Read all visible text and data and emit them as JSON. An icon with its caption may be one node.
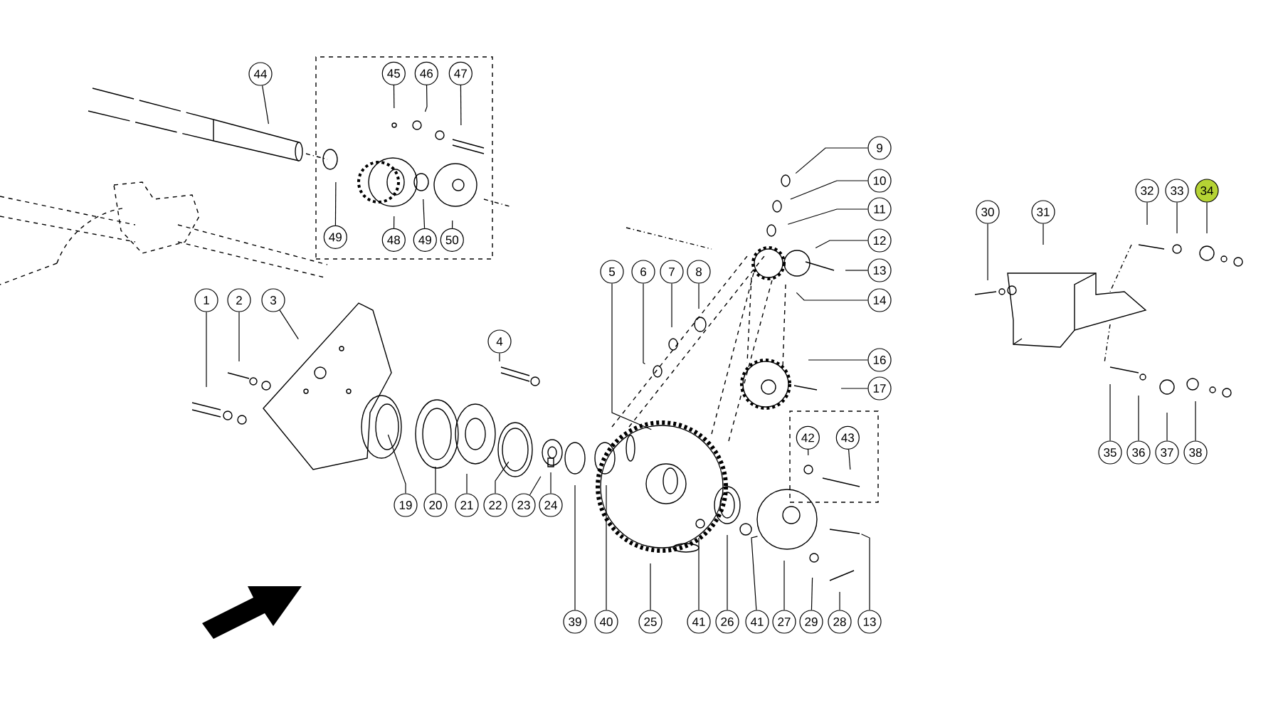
{
  "diagram": {
    "nodes": [
      {
        "text": [
          "44"
        ]
      },
      {
        "text": [],
        "shape": "box"
      },
      {
        "text": [
          "45"
        ],
        "in": 1
      },
      {
        "text": [
          "46"
        ],
        "in": 1
      },
      {
        "text": [
          "47"
        ],
        "in": 1
      },
      {
        "text": [
          "49"
        ],
        "in": 1
      },
      {
        "text": [
          "48"
        ],
        "in": 1
      },
      {
        "text": [
          "49"
        ],
        "in": 1
      },
      {
        "text": [
          "50"
        ],
        "in": 1
      },
      {
        "text": [
          "9"
        ]
      },
      {
        "text": [
          "10"
        ]
      },
      {
        "text": [
          "11"
        ]
      },
      {
        "text": [
          "12"
        ]
      },
      {
        "text": [
          "13"
        ]
      },
      {
        "text": [
          "14"
        ]
      },
      {
        "text": [
          "16"
        ]
      },
      {
        "text": [
          "17"
        ]
      },
      {
        "text": [
          "5"
        ]
      },
      {
        "text": [
          "6"
        ]
      },
      {
        "text": [
          "7"
        ]
      },
      {
        "text": [
          "8"
        ]
      },
      {
        "text": [
          "30"
        ]
      },
      {
        "text": [
          "31"
        ]
      },
      {
        "text": [
          "32"
        ]
      },
      {
        "text": [
          "33"
        ]
      },
      {
        "text": [
          "34"
        ]
      },
      {
        "text": [
          "1"
        ]
      },
      {
        "text": [
          "2"
        ]
      },
      {
        "text": [
          "3"
        ]
      },
      {
        "text": [
          "4"
        ]
      },
      {
        "text": [],
        "shape": "box"
      },
      {
        "text": [
          "42"
        ],
        "in": 30
      },
      {
        "text": [
          "43"
        ],
        "in": 30
      },
      {
        "text": [
          "35"
        ]
      },
      {
        "text": [
          "36"
        ]
      },
      {
        "text": [
          "37"
        ]
      },
      {
        "text": [
          "38"
        ]
      },
      {
        "text": [
          "19"
        ]
      },
      {
        "text": [
          "20"
        ]
      },
      {
        "text": [
          "21"
        ]
      },
      {
        "text": [
          "22"
        ]
      },
      {
        "text": [
          "23"
        ]
      },
      {
        "text": [
          "24"
        ]
      },
      {
        "text": [
          "39"
        ]
      },
      {
        "text": [
          "40"
        ]
      },
      {
        "text": [
          "25"
        ]
      },
      {
        "text": [
          "41"
        ]
      },
      {
        "text": [
          "26"
        ]
      },
      {
        "text": [
          "41"
        ]
      },
      {
        "text": [
          "27"
        ]
      },
      {
        "text": [
          "29"
        ]
      },
      {
        "text": [
          "28"
        ]
      },
      {
        "text": [
          "13"
        ]
      }
    ],
    "edges": [
      {
        "from": 0,
        "to": null,
        "arrow": "none"
      },
      {
        "from": 2,
        "to": null,
        "arrow": "none"
      },
      {
        "from": 3,
        "to": null,
        "arrow": "none"
      },
      {
        "from": 4,
        "to": null,
        "arrow": "none"
      },
      {
        "from": 5,
        "to": null,
        "arrow": "none"
      },
      {
        "from": 6,
        "to": null,
        "arrow": "none"
      },
      {
        "from": 7,
        "to": null,
        "arrow": "none"
      },
      {
        "from": 8,
        "to": null,
        "arrow": "none"
      },
      {
        "from": 9,
        "to": null,
        "arrow": "none"
      },
      {
        "from": 10,
        "to": null,
        "arrow": "none"
      },
      {
        "from": 11,
        "to": null,
        "arrow": "none"
      },
      {
        "from": 12,
        "to": null,
        "arrow": "none"
      },
      {
        "from": 13,
        "to": null,
        "arrow": "none"
      },
      {
        "from": 14,
        "to": null,
        "arrow": "none"
      },
      {
        "from": 15,
        "to": null,
        "arrow": "none"
      },
      {
        "from": 16,
        "to": null,
        "arrow": "none"
      },
      {
        "from": 17,
        "to": null,
        "arrow": "none"
      },
      {
        "from": 18,
        "to": null,
        "arrow": "none"
      },
      {
        "from": 19,
        "to": null,
        "arrow": "none"
      },
      {
        "from": 20,
        "to": null,
        "arrow": "none"
      },
      {
        "from": 21,
        "to": null,
        "arrow": "none"
      },
      {
        "from": 22,
        "to": null,
        "arrow": "none"
      },
      {
        "from": 23,
        "to": null,
        "arrow": "none"
      },
      {
        "from": 24,
        "to": null,
        "arrow": "none"
      },
      {
        "from": 25,
        "to": null,
        "arrow": "none"
      },
      {
        "from": 26,
        "to": null,
        "arrow": "none"
      },
      {
        "from": 27,
        "to": null,
        "arrow": "none"
      },
      {
        "from": 28,
        "to": null,
        "arrow": "none"
      },
      {
        "from": 29,
        "to": null,
        "arrow": "none"
      },
      {
        "from": 31,
        "to": null,
        "arrow": "none"
      },
      {
        "from": 32,
        "to": null,
        "arrow": "none"
      },
      {
        "from": 33,
        "to": null,
        "arrow": "none"
      },
      {
        "from": 34,
        "to": null,
        "arrow": "none"
      },
      {
        "from": 35,
        "to": null,
        "arrow": "none"
      },
      {
        "from": 36,
        "to": null,
        "arrow": "none"
      },
      {
        "from": 37,
        "to": null,
        "arrow": "none"
      },
      {
        "from": 38,
        "to": null,
        "arrow": "none"
      },
      {
        "from": 39,
        "to": null,
        "arrow": "none"
      },
      {
        "from": 40,
        "to": null,
        "arrow": "none"
      },
      {
        "from": 41,
        "to": null,
        "arrow": "none"
      },
      {
        "from": 42,
        "to": null,
        "arrow": "none"
      },
      {
        "from": 43,
        "to": null,
        "arrow": "none"
      },
      {
        "from": 44,
        "to": null,
        "arrow": "none"
      },
      {
        "from": 45,
        "to": null,
        "arrow": "none"
      },
      {
        "from": 46,
        "to": null,
        "arrow": "none"
      },
      {
        "from": 47,
        "to": null,
        "arrow": "none"
      },
      {
        "from": 48,
        "to": null,
        "arrow": "none"
      },
      {
        "from": 49,
        "to": null,
        "arrow": "none"
      },
      {
        "from": 50,
        "to": null,
        "arrow": "none"
      },
      {
        "from": 51,
        "to": null,
        "arrow": "none"
      },
      {
        "from": 52,
        "to": null,
        "arrow": "none"
      }
    ]
  }
}
